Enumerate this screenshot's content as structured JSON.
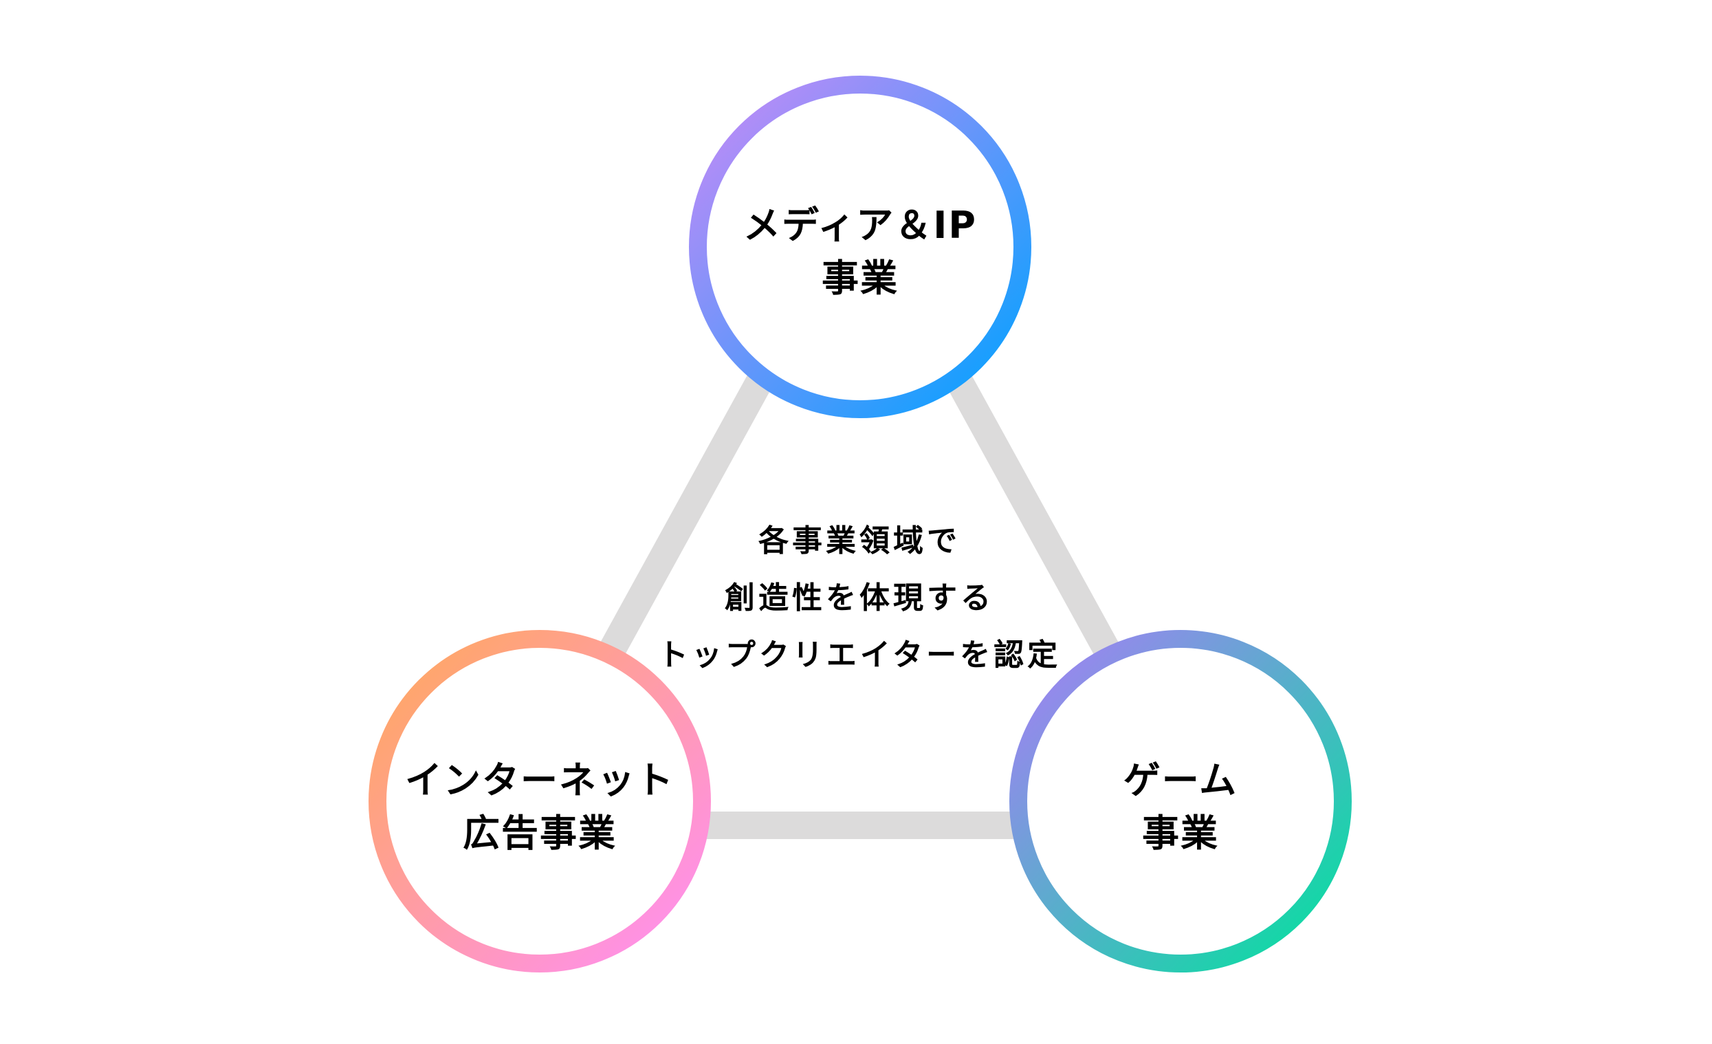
{
  "nodes": [
    {
      "line1": "メディア＆IP",
      "line2": "事業",
      "gradient": [
        "#c98af6",
        "#00a2ff"
      ]
    },
    {
      "line1": "インターネット",
      "line2": "広告事業",
      "gradient": [
        "#ffa95a",
        "#ff8ef7"
      ]
    },
    {
      "line1": "ゲーム",
      "line2": "事業",
      "gradient": [
        "#a97df7",
        "#00e39c"
      ]
    }
  ],
  "center_text": [
    "各事業領域で",
    "創造性を体現する",
    "トップクリエイターを認定"
  ],
  "connector_color": "#dcdbdb"
}
